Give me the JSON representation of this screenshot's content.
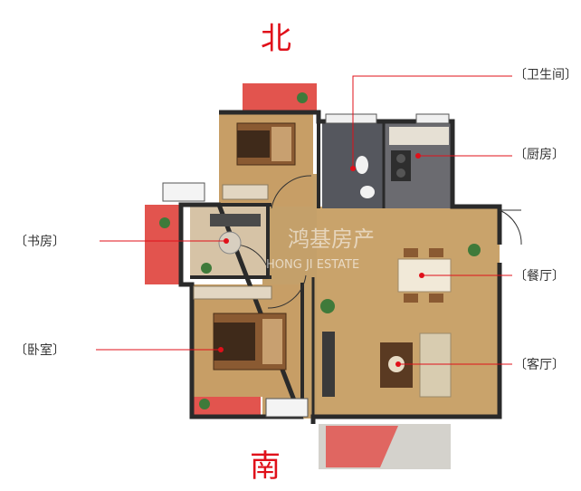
{
  "compass": {
    "north": "北",
    "south": "南"
  },
  "watermark": {
    "line1": "鸿基房产",
    "line2": "HONG JI ESTATE"
  },
  "rooms": {
    "bathroom": "〔卫生间〕",
    "kitchen": "〔厨房〕",
    "study": "〔书房〕",
    "dining": "〔餐厅〕",
    "bedroom": "〔卧室〕",
    "living": "〔客厅〕"
  },
  "colors": {
    "leader_line": "#e0101a",
    "wall": "#2a2a2a",
    "floor_wood": "#c9a36b",
    "floor_tile": "#7b7b80",
    "balcony_red": "#e2544e"
  }
}
